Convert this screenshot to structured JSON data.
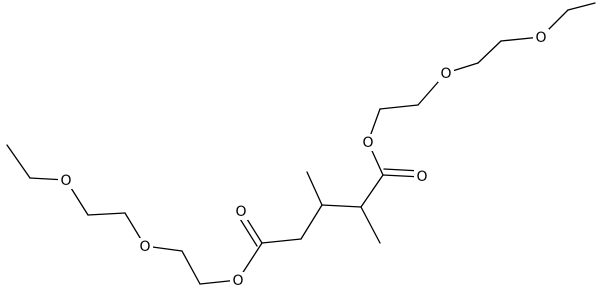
{
  "molecule": {
    "atoms": [
      {
        "id": "o1",
        "element": "O",
        "label": "O"
      },
      {
        "id": "o2",
        "element": "O",
        "label": "O"
      },
      {
        "id": "o3",
        "element": "O",
        "label": "O"
      },
      {
        "id": "o4",
        "element": "O",
        "label": "O"
      },
      {
        "id": "o5",
        "element": "O",
        "label": "O"
      },
      {
        "id": "o6",
        "element": "O",
        "label": "O"
      },
      {
        "id": "o7",
        "element": "O",
        "label": "O"
      },
      {
        "id": "o8",
        "element": "O",
        "label": "O"
      }
    ],
    "colors": {
      "bond": "#000000",
      "label": "#000000",
      "background": "#ffffff"
    }
  }
}
